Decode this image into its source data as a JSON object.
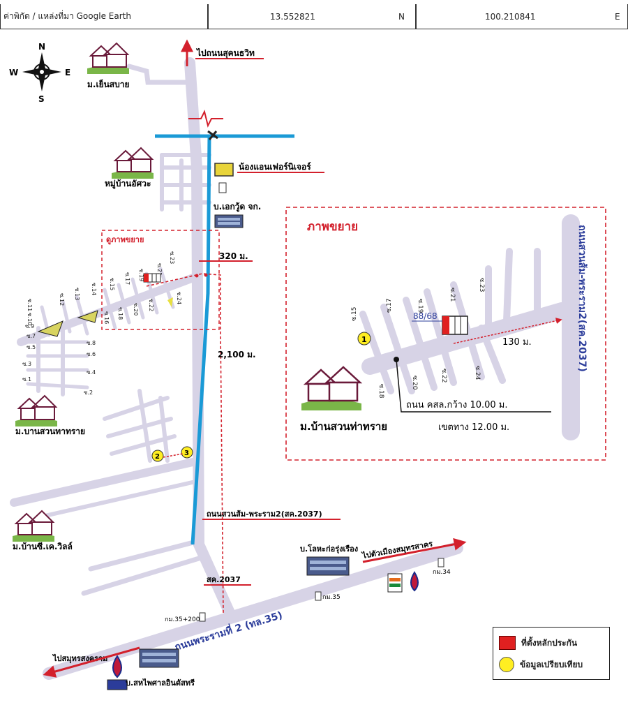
{
  "header": {
    "source_label": "ค่าพิกัด / แหล่งที่มา Google Earth",
    "lat_value": "13.552821",
    "lat_dir": "N",
    "lon_value": "100.210841",
    "lon_dir": "E"
  },
  "compass": {
    "n": "N",
    "s": "S",
    "e": "E",
    "w": "W"
  },
  "places": {
    "yen_sabai": "ม.เย็นสบาย",
    "atsawa": "หมู่บ้านอัศวะ",
    "suan_tha_sai_left": "ม.บานสวนทาทราย",
    "ck_ville": "ม.บ้านซี.เค.วิลล์",
    "to_sukhumvit": "ไปถนนสุคนธวิท",
    "nong_ann": "น้องแอนเฟอร์นิเจอร์",
    "a_ekgood": "บ.เอกวู้ด จก.",
    "zoom_link": "ดูภาพขยาย",
    "dist_320": "320 ม.",
    "dist_2100": "2,100 ม.",
    "road_suansom": "ถนนสวนส้ม-พระราม2(สค.2037)",
    "road_sk2037": "สค.2037",
    "loha": "บ.โลหะก่อรุ่งเรือง",
    "to_samut_sakhon": "ไปตัวเมืองสมุทรสาคร",
    "km34": "กม.34",
    "km35": "กม.35",
    "km35_200": "กม.35+200",
    "road_rama2": "ถนนพระรามที่ 2 (ทล.35)",
    "to_samut_songkhram": "ไปสมุทรสงคราม",
    "sahapaisarn": "บ.สหไพศาลอินดัสทรี"
  },
  "sois_left": [
    "ซ.23",
    "ซ.21",
    "ซ.19",
    "ซ.17",
    "ซ.15",
    "ซ.14",
    "ซ.13",
    "ซ.12",
    "ซ.11",
    "ซ.10",
    "ซ.9",
    "ซ.7",
    "ซ.5",
    "ซ.3",
    "ซ.1",
    "ซ.24",
    "ซ.22",
    "ซ.20",
    "ซ.18",
    "ซ.16",
    "ซ.8",
    "ซ.6",
    "ซ.4",
    "ซ.2"
  ],
  "markers": {
    "m1": "1",
    "m2": "2",
    "m3": "3"
  },
  "inset": {
    "title": "ภาพขยาย",
    "plot": "88/68",
    "dist_130": "130 ม.",
    "road_vertical": "ถนนสวนส้ม-พระราม2(สค.2037)",
    "road_width": "ถนน คสล.กว้าง 10.00 ม.",
    "village": "ม.บ้านสวนท่าทราย",
    "right_of_way": "เขตทาง 12.00 ม.",
    "sois": [
      "ซ.15",
      "ซ.17",
      "ซ.19",
      "ซ.21",
      "ซ.23",
      "ซ.18",
      "ซ.20",
      "ซ.22",
      "ซ.24"
    ]
  },
  "legend": {
    "collateral": "ที่ตั้งหลักประกัน",
    "comparison": "ข้อมูลเปรียบเทียบ",
    "red": "#e02020",
    "yellow": "#ffee22"
  },
  "colors": {
    "road": "#d7d3e6",
    "canal": "#1a9ad6",
    "route": "#d3202c",
    "boundary": "#d3202c"
  }
}
